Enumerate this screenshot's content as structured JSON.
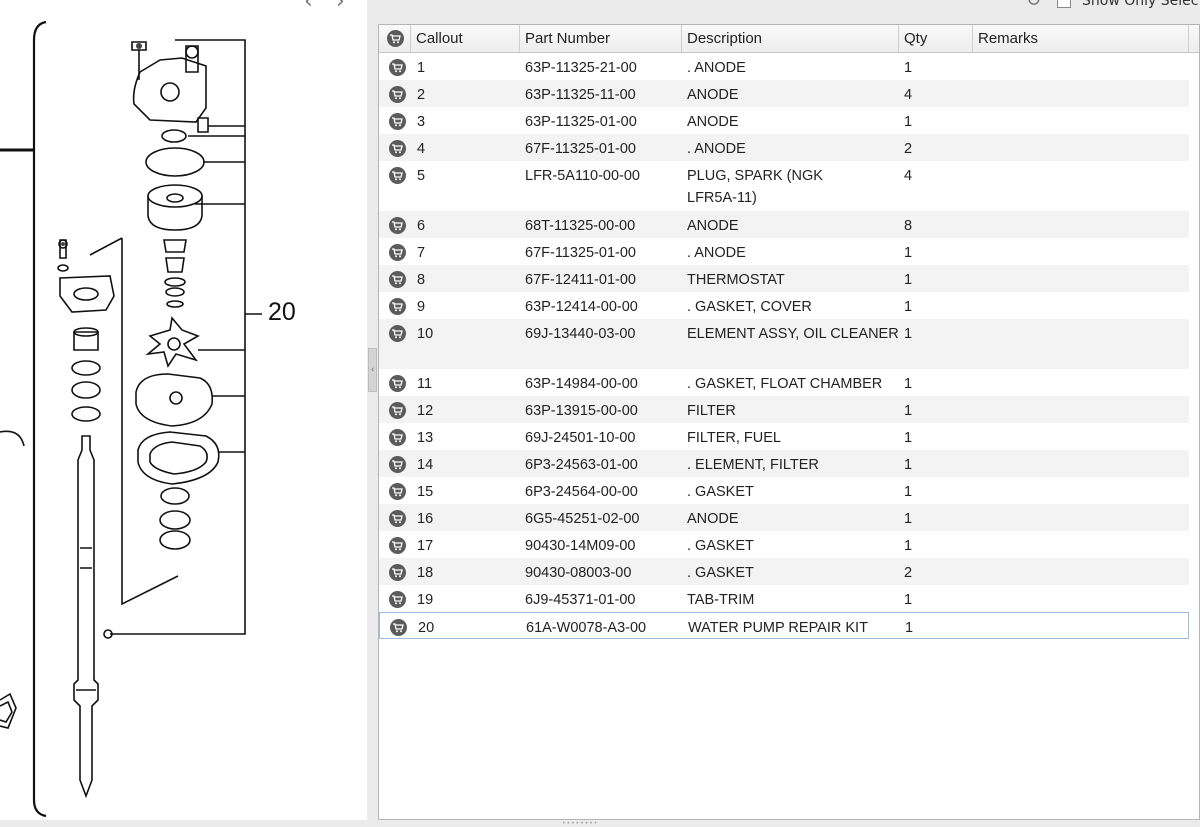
{
  "diagram": {
    "callout_label": "20",
    "prev_label": "‹",
    "next_label": "›"
  },
  "toolbar": {
    "refresh_icon": "refresh-icon",
    "show_only_label": "Show Only Selec"
  },
  "grid": {
    "columns": {
      "callout": "Callout",
      "part_number": "Part Number",
      "description": "Description",
      "qty": "Qty",
      "remarks": "Remarks"
    },
    "rows": [
      {
        "callout": "1",
        "part_number": "63P-11325-21-00",
        "description": ". ANODE",
        "qty": "1",
        "remarks": ""
      },
      {
        "callout": "2",
        "part_number": "63P-11325-11-00",
        "description": "ANODE",
        "qty": "4",
        "remarks": ""
      },
      {
        "callout": "3",
        "part_number": "63P-11325-01-00",
        "description": "ANODE",
        "qty": "1",
        "remarks": ""
      },
      {
        "callout": "4",
        "part_number": "67F-11325-01-00",
        "description": ". ANODE",
        "qty": "2",
        "remarks": ""
      },
      {
        "callout": "5",
        "part_number": "LFR-5A110-00-00",
        "description": "PLUG, SPARK (NGK",
        "description2": "LFR5A-11)",
        "qty": "4",
        "remarks": ""
      },
      {
        "callout": "6",
        "part_number": "68T-11325-00-00",
        "description": "ANODE",
        "qty": "8",
        "remarks": ""
      },
      {
        "callout": "7",
        "part_number": "67F-11325-01-00",
        "description": ". ANODE",
        "qty": "1",
        "remarks": ""
      },
      {
        "callout": "8",
        "part_number": "67F-12411-01-00",
        "description": "THERMOSTAT",
        "qty": "1",
        "remarks": ""
      },
      {
        "callout": "9",
        "part_number": "63P-12414-00-00",
        "description": ". GASKET, COVER",
        "qty": "1",
        "remarks": ""
      },
      {
        "callout": "10",
        "part_number": "69J-13440-03-00",
        "description": "ELEMENT ASSY, OIL CLEANER",
        "qty": "1",
        "remarks": ""
      },
      {
        "callout": "11",
        "part_number": "63P-14984-00-00",
        "description": ". GASKET, FLOAT CHAMBER",
        "qty": "1",
        "remarks": ""
      },
      {
        "callout": "12",
        "part_number": "63P-13915-00-00",
        "description": "FILTER",
        "qty": "1",
        "remarks": ""
      },
      {
        "callout": "13",
        "part_number": "69J-24501-10-00",
        "description": "FILTER, FUEL",
        "qty": "1",
        "remarks": ""
      },
      {
        "callout": "14",
        "part_number": "6P3-24563-01-00",
        "description": ". ELEMENT, FILTER",
        "qty": "1",
        "remarks": ""
      },
      {
        "callout": "15",
        "part_number": "6P3-24564-00-00",
        "description": ". GASKET",
        "qty": "1",
        "remarks": ""
      },
      {
        "callout": "16",
        "part_number": "6G5-45251-02-00",
        "description": "ANODE",
        "qty": "1",
        "remarks": ""
      },
      {
        "callout": "17",
        "part_number": "90430-14M09-00",
        "description": ". GASKET",
        "qty": "1",
        "remarks": ""
      },
      {
        "callout": "18",
        "part_number": "90430-08003-00",
        "description": ". GASKET",
        "qty": "2",
        "remarks": ""
      },
      {
        "callout": "19",
        "part_number": "6J9-45371-01-00",
        "description": "TAB-TRIM",
        "qty": "1",
        "remarks": ""
      },
      {
        "callout": "20",
        "part_number": "61A-W0078-A3-00",
        "description": "WATER PUMP REPAIR KIT",
        "qty": "1",
        "remarks": ""
      }
    ]
  }
}
